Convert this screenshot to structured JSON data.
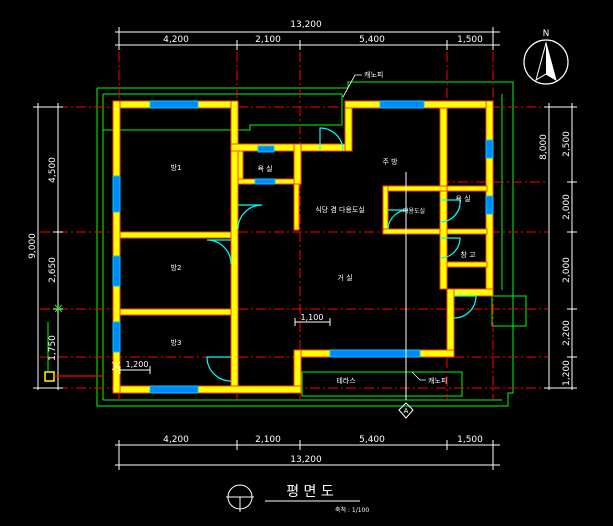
{
  "drawing": {
    "title": "평 면 도",
    "scale": "축척 : 1/100",
    "north_label": "N",
    "section_marker": "A"
  },
  "dims": {
    "top_total": "13,200",
    "top_segments": [
      "4,200",
      "2,100",
      "5,400",
      "1,500"
    ],
    "bottom_total": "13,200",
    "bottom_segments": [
      "4,200",
      "2,100",
      "5,400",
      "1,500"
    ],
    "left_total": "9,000",
    "left_segments": [
      "4,500",
      "2,650",
      "1,750"
    ],
    "right_total": "8,000",
    "right_segments": [
      "2,500",
      "2,000",
      "2,000",
      "2,200",
      "1,200"
    ],
    "inner_1100": "1,100",
    "inner_1200": "1,200"
  },
  "rooms": {
    "room1": "방1",
    "room2": "방2",
    "room3": "방3",
    "bath1": "욕 실",
    "kitchen": "주 방",
    "dining": "식당 겸 다용도실",
    "utility_room": "다용도실",
    "bath2": "욕 실",
    "storage": "창 고",
    "living": "거 실"
  },
  "annotations": {
    "canopy_top": "캐노피",
    "terrace": "테라스",
    "canopy_bottom": "캐노피"
  },
  "colors": {
    "wall": "#ffff00",
    "wall_outline": "#ff3300",
    "window": "#0088ff",
    "door": "#00ffff",
    "dimension": "#ffffff",
    "grid": "#ff0000",
    "boundary": "#00ff00"
  }
}
